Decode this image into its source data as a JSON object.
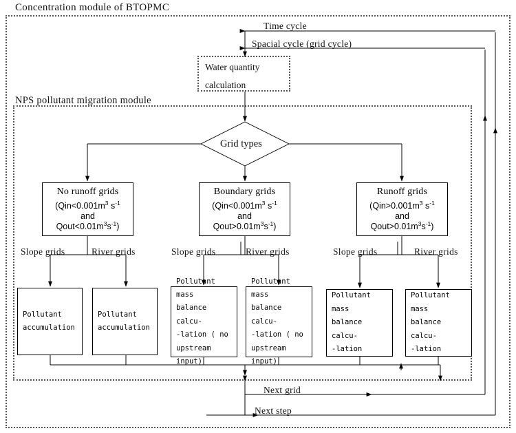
{
  "diagram": {
    "title": "Concentration module of BTOPMC",
    "inner_module_label": "NPS pollutant migration module",
    "cycles": {
      "time": "Time cycle",
      "spatial": "Spacial cycle (grid cycle)"
    },
    "water_quantity": {
      "line1": "Water quantity",
      "line2": "calculation"
    },
    "decision": {
      "label": "Grid types"
    },
    "branches": [
      {
        "name": "no-runoff",
        "title": "No runoff grids",
        "cond_line1_pre": "(Qin<0.001m",
        "cond_line1_sup1": "3",
        "cond_line1_mid": " s",
        "cond_line1_sup2": "-1",
        "cond_line2": "and",
        "cond_line3_pre": "Qout<0.01m",
        "cond_line3_sup1": "3",
        "cond_line3_mid": "s",
        "cond_line3_sup2": "-1",
        "cond_line3_post": ")",
        "slope_label": "Slope grids",
        "river_label": "River grids",
        "slope_action": [
          "Pollutant",
          "accumulation"
        ],
        "river_action": [
          "Pollutant",
          "accumulation"
        ]
      },
      {
        "name": "boundary",
        "title": "Boundary grids",
        "cond_line1_pre": "(Qin<0.001m",
        "cond_line1_sup1": "3",
        "cond_line1_mid": " s",
        "cond_line1_sup2": "-1",
        "cond_line2": "and",
        "cond_line3_pre": "Qout>0.01m",
        "cond_line3_sup1": "3",
        "cond_line3_mid": "s",
        "cond_line3_sup2": "-1",
        "cond_line3_post": ")",
        "slope_label": "Slope grids",
        "river_label": "River grids",
        "slope_action": [
          "Pollutant mass",
          "balance calcu-",
          "-lation ( no",
          "upstream input)"
        ],
        "river_action": [
          "Pollutant mass",
          "balance calcu-",
          "-lation ( no",
          "upstream input)"
        ]
      },
      {
        "name": "runoff",
        "title": "Runoff grids",
        "cond_line1_pre": "(Qin>0.001m",
        "cond_line1_sup1": "3",
        "cond_line1_mid": " s",
        "cond_line1_sup2": "-1",
        "cond_line2": "and",
        "cond_line3_pre": "Qout>0.01m",
        "cond_line3_sup1": "3",
        "cond_line3_mid": "s",
        "cond_line3_sup2": "-1",
        "cond_line3_post": ")",
        "slope_label": "Slope grids",
        "river_label": "River grids",
        "slope_action": [
          "Pollutant mass",
          "balance calcu-",
          "-lation"
        ],
        "river_action": [
          "Pollutant mass",
          "balance calcu-",
          "-lation"
        ]
      }
    ],
    "returns": {
      "next_grid": "Next grid",
      "next_step": "Next step"
    },
    "colors": {
      "stroke": "#000000",
      "dotted": "#555555",
      "background": "#ffffff"
    }
  }
}
